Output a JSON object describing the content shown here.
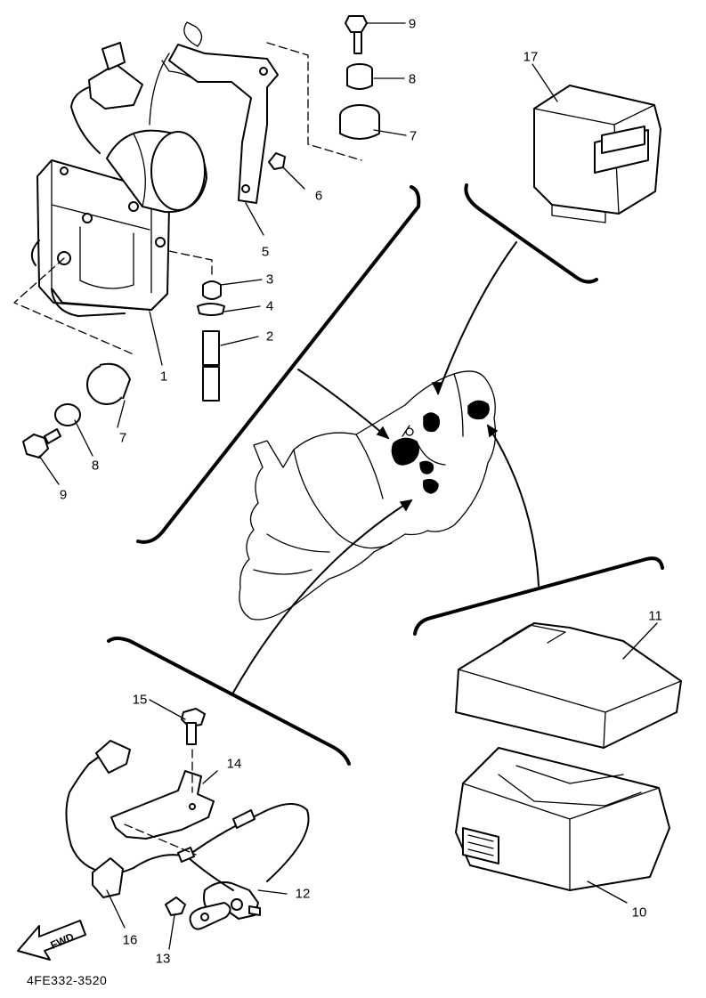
{
  "diagram": {
    "callouts": {
      "c1": "1",
      "c2": "2",
      "c3": "3",
      "c4": "4",
      "c5": "5",
      "c6": "6",
      "c7a": "7",
      "c7b": "7",
      "c8a": "8",
      "c8b": "8",
      "c9a": "9",
      "c9b": "9",
      "c10": "10",
      "c11": "11",
      "c12": "12",
      "c13": "13",
      "c14": "14",
      "c15": "15",
      "c16": "16",
      "c17": "17"
    },
    "fwd_label": "FWD",
    "drawing_code": "4FE332-3520"
  }
}
